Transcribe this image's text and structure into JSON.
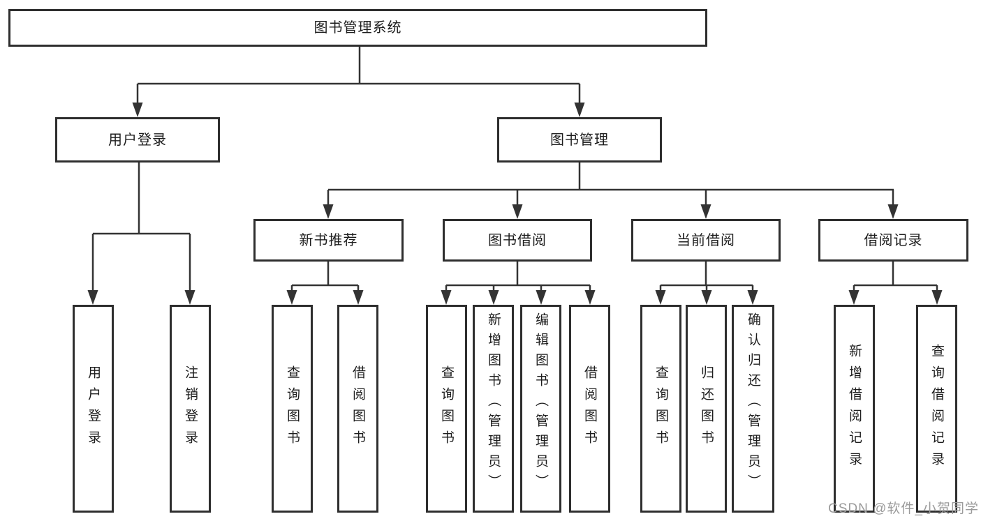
{
  "diagram": {
    "root": "图书管理系统",
    "branches": [
      {
        "label": "用户登录",
        "leaves": [
          "用户登录",
          "注销登录"
        ]
      },
      {
        "label": "图书管理",
        "groups": [
          {
            "label": "新书推荐",
            "leaves": [
              "查询图书",
              "借阅图书"
            ]
          },
          {
            "label": "图书借阅",
            "leaves": [
              "查询图书",
              "新增图书（管理员）",
              "编辑图书（管理员）",
              "借阅图书"
            ]
          },
          {
            "label": "当前借阅",
            "leaves": [
              "查询图书",
              "归还图书",
              "确认归还（管理员）"
            ]
          },
          {
            "label": "借阅记录",
            "leaves": [
              "新增借阅记录",
              "查询借阅记录"
            ]
          }
        ]
      }
    ]
  },
  "watermark": "CSDN @软件_小贺同学",
  "colors": {
    "line": "#333333",
    "box_border": "#2e2e2e",
    "text": "#1d1d1d",
    "watermark": "#9b9b9b",
    "background": "#ffffff"
  }
}
